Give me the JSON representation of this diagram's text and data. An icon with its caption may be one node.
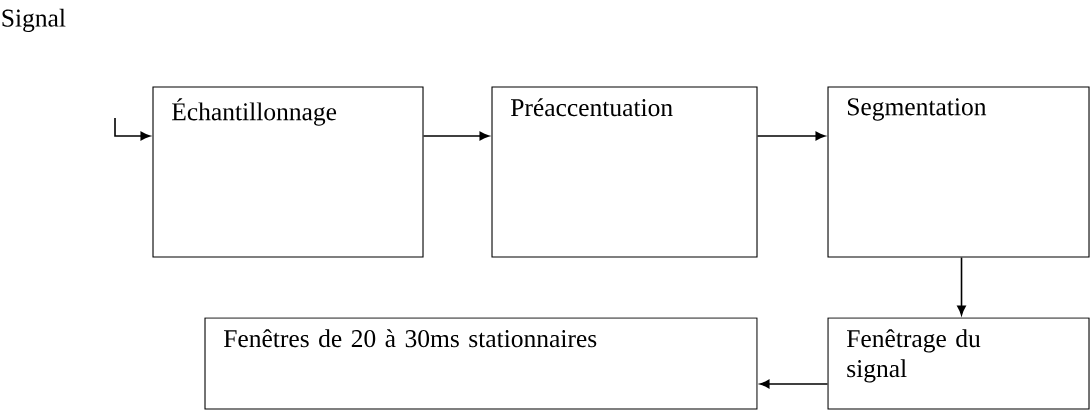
{
  "diagram": {
    "nodes": [
      {
        "text": [
          "Échantillonnage"
        ]
      },
      {
        "text": [
          "Préaccentuation"
        ]
      },
      {
        "text": [
          "Segmentation"
        ]
      },
      {
        "text": [
          "Fenêtrage du signal"
        ]
      },
      {
        "text": [
          "Fenêtres de 20 à 30ms stationnaires"
        ]
      }
    ],
    "edges": [
      {
        "from": null,
        "to": 0,
        "arrow": "to"
      },
      {
        "from": 0,
        "to": 1,
        "arrow": "to"
      },
      {
        "from": 1,
        "to": 2,
        "arrow": "to"
      },
      {
        "from": 2,
        "to": 3,
        "arrow": "to"
      },
      {
        "from": 3,
        "to": 4,
        "arrow": "to"
      }
    ],
    "labels": [
      "Signal"
    ]
  }
}
